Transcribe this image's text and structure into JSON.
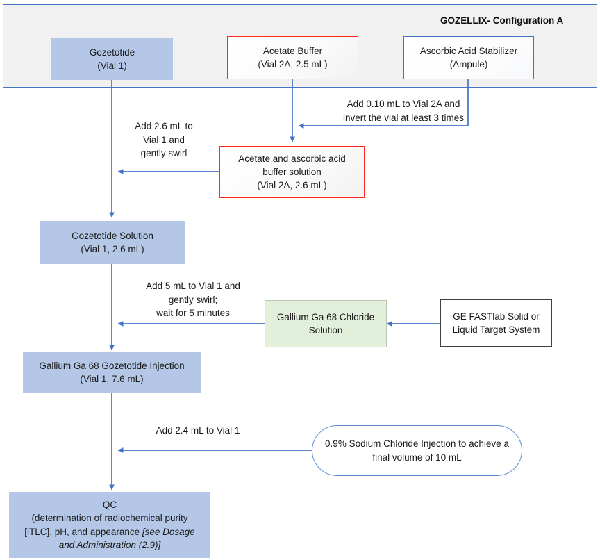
{
  "diagram": {
    "title": "GOZELLIX- Configuration A",
    "colors": {
      "accent_blue": "#4472c4",
      "node_blue_fill": "#b4c7e7",
      "node_green_fill": "#e2efda",
      "red_border": "#ff2a1f",
      "group_fill": "#f1f1f1",
      "arrow": "#4472c4"
    }
  },
  "nodes": {
    "gozetotide": {
      "line1": "Gozetotide",
      "line2": "(Vial 1)"
    },
    "acetate_buffer": {
      "line1": "Acetate Buffer",
      "line2": "(Vial 2A, 2.5 mL)"
    },
    "ascorbic_acid": {
      "line1": "Ascorbic Acid Stabilizer",
      "line2": "(Ampule)"
    },
    "buffer_solution": {
      "line1": "Acetate and ascorbic acid",
      "line2": "buffer solution",
      "line3": "(Vial 2A, 2.6 mL)"
    },
    "gozetotide_solution": {
      "line1": "Gozetotide Solution",
      "line2": "(Vial 1, 2.6 mL)"
    },
    "gallium_chloride": {
      "line1": "Gallium Ga 68 Chloride",
      "line2": "Solution"
    },
    "fastlab": {
      "line1": "GE FASTlab Solid or",
      "line2": "Liquid Target System"
    },
    "ga68_injection": {
      "line1": "Gallium Ga 68 Gozetotide Injection",
      "line2": "(Vial 1, 7.6 mL)"
    },
    "saline": {
      "line1": "0.9% Sodium Chloride Injection to achieve a",
      "line2": "final volume of 10 mL"
    },
    "qc": {
      "line1": "QC",
      "line2": "(determination of radiochemical purity",
      "line3": "[iTLC], pH, and appearance ",
      "line3_italic": "[see Dosage",
      "line4_italic": "and Administration (2.9)]"
    }
  },
  "edge_labels": {
    "add_ascorbic": "Add 0.10 mL to Vial 2A and\ninvert the vial at least 3 times",
    "add_buffer": "Add 2.6 mL to\nVial 1 and\ngently swirl",
    "add_gallium": "Add 5 mL to Vial 1 and\ngently swirl;\nwait for 5 minutes",
    "add_saline": "Add 2.4 mL to Vial 1"
  }
}
